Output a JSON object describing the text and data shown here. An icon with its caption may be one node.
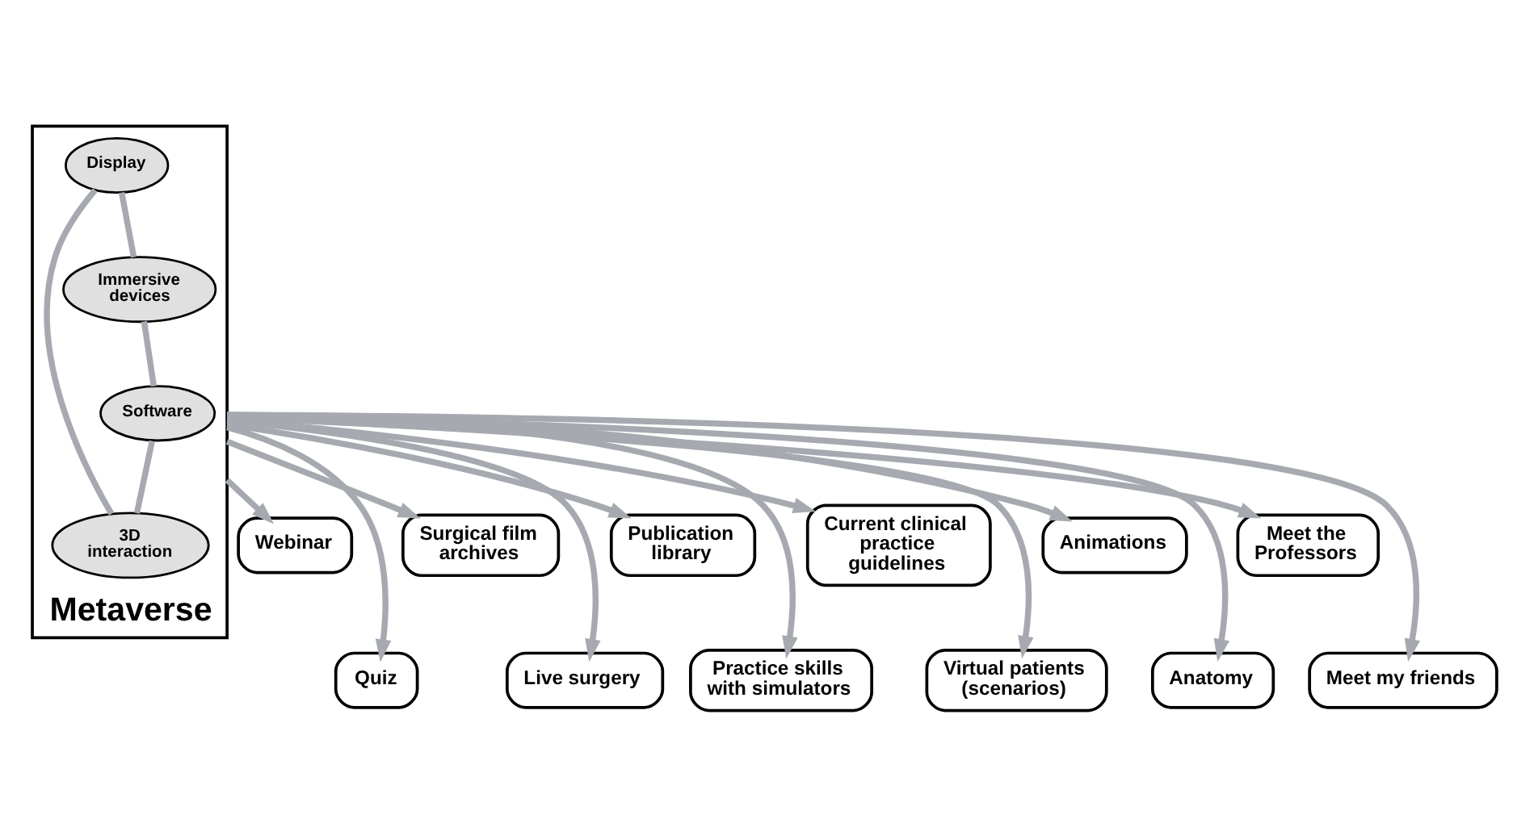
{
  "diagram": {
    "nodes": [
      {
        "text": [
          "Webinar"
        ]
      },
      {
        "text": [
          "Quiz"
        ]
      },
      {
        "text": [
          "Surgical film archives"
        ]
      },
      {
        "text": [
          "Live surgery"
        ]
      },
      {
        "text": [
          "Metaverse"
        ]
      },
      {
        "text": [
          "Display"
        ],
        "in": 4
      },
      {
        "text": [
          "3D interaction"
        ],
        "in": 4
      },
      {
        "text": [
          "Immersive devices"
        ],
        "in": 4
      },
      {
        "text": [
          "Software"
        ],
        "in": 4
      },
      {
        "text": [
          "Publication library"
        ]
      },
      {
        "text": [
          "Practice skills with simulators"
        ]
      },
      {
        "text": [
          "Current clinical practice guidelines"
        ]
      },
      {
        "text": [
          "Virtual patients (scenarios)"
        ]
      },
      {
        "text": [
          "Animations"
        ]
      },
      {
        "text": [
          "Anatomy"
        ]
      },
      {
        "text": [
          "Meet the Professors"
        ]
      },
      {
        "text": [
          "Meet my friends"
        ]
      }
    ],
    "edges": [
      {
        "from": 5,
        "to": 7,
        "arrow": "none"
      },
      {
        "from": 7,
        "to": 8,
        "arrow": "none"
      },
      {
        "from": 8,
        "to": 6,
        "arrow": "none"
      },
      {
        "from": 6,
        "to": 5,
        "arrow": "none"
      },
      {
        "from": 4,
        "to": 0,
        "arrow": "to"
      },
      {
        "from": 4,
        "to": 1,
        "arrow": "to"
      },
      {
        "from": 4,
        "to": 2,
        "arrow": "to"
      },
      {
        "from": 4,
        "to": 3,
        "arrow": "to"
      },
      {
        "from": 4,
        "to": 9,
        "arrow": "to"
      },
      {
        "from": 4,
        "to": 10,
        "arrow": "to"
      },
      {
        "from": 4,
        "to": 11,
        "arrow": "to"
      },
      {
        "from": 4,
        "to": 12,
        "arrow": "to"
      },
      {
        "from": 4,
        "to": 13,
        "arrow": "to"
      },
      {
        "from": 4,
        "to": 14,
        "arrow": "to"
      },
      {
        "from": 4,
        "to": 15,
        "arrow": "to"
      },
      {
        "from": 4,
        "to": 16,
        "arrow": "to"
      }
    ]
  }
}
